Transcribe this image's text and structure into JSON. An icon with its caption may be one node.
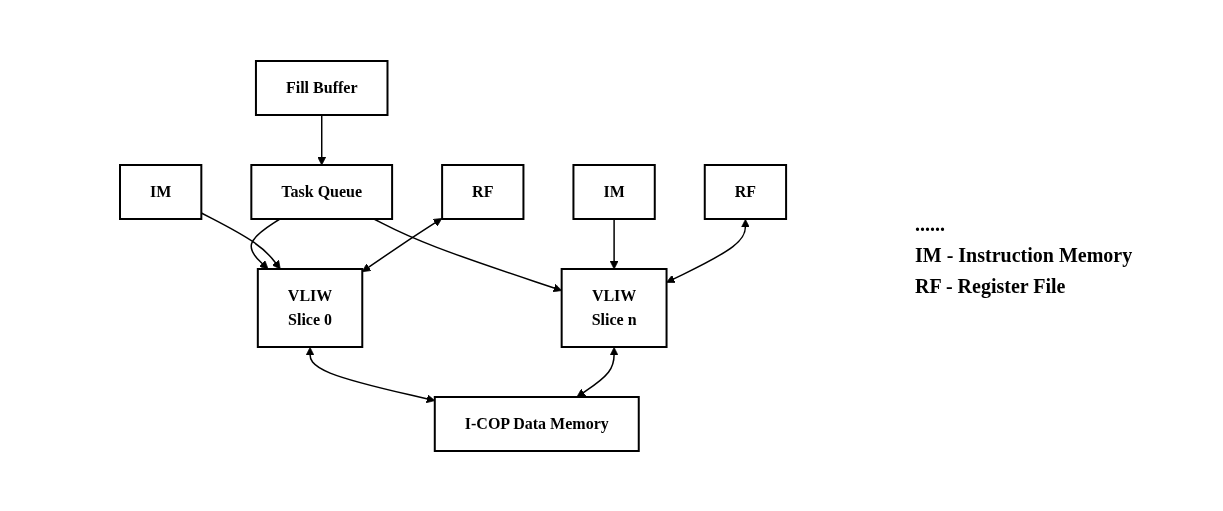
{
  "diagram": {
    "nodes": [
      {
        "text": [
          "Fill Buffer"
        ]
      },
      {
        "text": [
          "Task Queue"
        ]
      },
      {
        "text": [
          "IM"
        ]
      },
      {
        "text": [
          "VLIW",
          "Slice 0"
        ]
      },
      {
        "text": [
          "RF"
        ]
      },
      {
        "text": [
          "IM"
        ]
      },
      {
        "text": [
          "VLIW",
          "Slice n"
        ]
      },
      {
        "text": [
          "RF"
        ]
      },
      {
        "text": [
          "I-COP Data Memory"
        ]
      }
    ],
    "edges": [
      {
        "from": 0,
        "to": 1,
        "arrow": "to"
      },
      {
        "from": 1,
        "to": 3,
        "arrow": "to"
      },
      {
        "from": 1,
        "to": 6,
        "arrow": "to"
      },
      {
        "from": 2,
        "to": 3,
        "arrow": "to"
      },
      {
        "from": 4,
        "to": 3,
        "arrow": "both"
      },
      {
        "from": 5,
        "to": 6,
        "arrow": "to"
      },
      {
        "from": 7,
        "to": 6,
        "arrow": "both"
      },
      {
        "from": 3,
        "to": 8,
        "arrow": "both"
      },
      {
        "from": 6,
        "to": 8,
        "arrow": "both"
      }
    ],
    "labels": [
      "......",
      "IM - Instruction Memory",
      "RF - Register File"
    ]
  }
}
